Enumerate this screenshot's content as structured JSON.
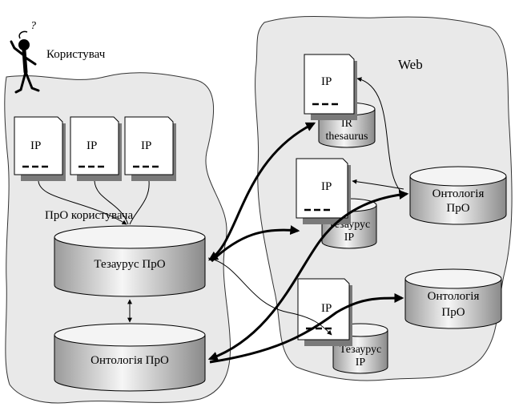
{
  "user": {
    "label": "Користувач",
    "question_mark": "?"
  },
  "web_label": "Web",
  "user_domain": {
    "label": "ПрО користувача",
    "documents": [
      {
        "label": "IP"
      },
      {
        "label": "IP"
      },
      {
        "label": "IP"
      }
    ],
    "thesaurus": {
      "label": "Тезаурус ПрО"
    },
    "ontology": {
      "label": "Онтологія  ПрО"
    }
  },
  "web_resources": {
    "doc_top": {
      "label": "IP",
      "db_line1": "IR",
      "db_line2": "thesaurus"
    },
    "doc_mid": {
      "label": "IP",
      "db_line1": "Тезаурус",
      "db_line2": "IP"
    },
    "doc_bottom": {
      "label": "IP",
      "db_line1": "Тезаурус",
      "db_line2": "IP"
    },
    "ontology_top": {
      "line1": "Онтологія",
      "line2": "ПрО"
    },
    "ontology_bottom": {
      "line1": "Онтологія",
      "line2": "ПрО"
    }
  },
  "colors": {
    "cloud_fill": "#e9e9e9",
    "shadow": "#7a7a7a",
    "cylinder_light": "#f4f4f4",
    "cylinder_dark": "#8c8c8c"
  },
  "icons": {
    "user": "thinking-person-icon",
    "document": "document-icon",
    "database": "database-cylinder-icon"
  }
}
